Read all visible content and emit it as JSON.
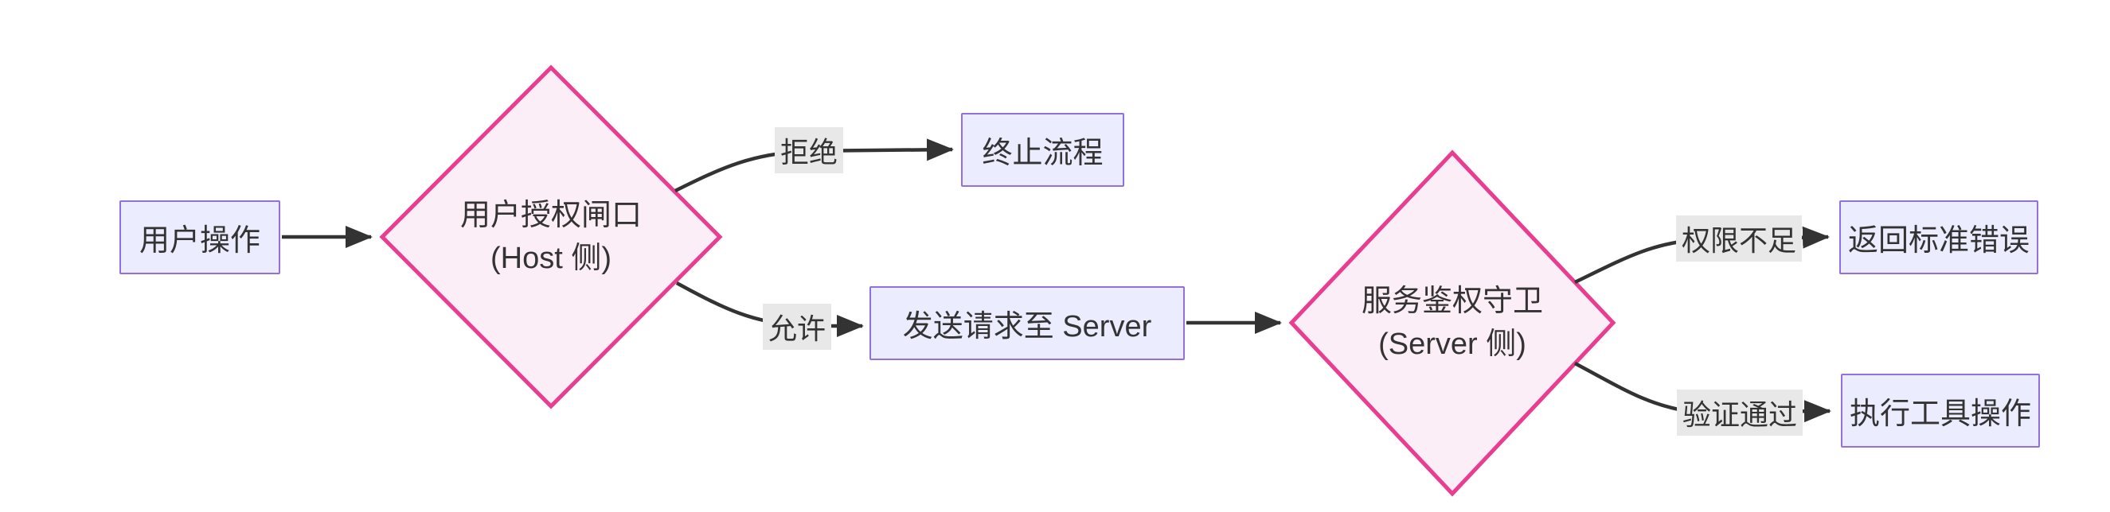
{
  "diagram": {
    "type": "flowchart-LR",
    "nodes": {
      "user_action": {
        "label": "用户操作",
        "shape": "rect"
      },
      "host_gate": {
        "label": "用户授权闸口",
        "sublabel": "(Host 侧)",
        "shape": "diamond"
      },
      "terminate": {
        "label": "终止流程",
        "shape": "rect"
      },
      "send_request": {
        "label": "发送请求至 Server",
        "shape": "rect"
      },
      "server_guard": {
        "label": "服务鉴权守卫",
        "sublabel": "(Server 侧)",
        "shape": "diamond"
      },
      "std_error": {
        "label": "返回标准错误",
        "shape": "rect"
      },
      "exec_tool": {
        "label": "执行工具操作",
        "shape": "rect"
      }
    },
    "edges": [
      {
        "from": "user_action",
        "to": "host_gate",
        "label": ""
      },
      {
        "from": "host_gate",
        "to": "terminate",
        "label": "拒绝"
      },
      {
        "from": "host_gate",
        "to": "send_request",
        "label": "允许"
      },
      {
        "from": "send_request",
        "to": "server_guard",
        "label": ""
      },
      {
        "from": "server_guard",
        "to": "std_error",
        "label": "权限不足"
      },
      {
        "from": "server_guard",
        "to": "exec_tool",
        "label": "验证通过"
      }
    ],
    "colors": {
      "rect_fill": "#ECECFF",
      "rect_border": "#9370DB",
      "diamond_fill": "#FCEEF6",
      "diamond_border": "#E93D90",
      "edge": "#333333",
      "edge_label_bg": "#e8e8e8",
      "text": "#333333",
      "canvas_bg": "#ffffff"
    }
  }
}
